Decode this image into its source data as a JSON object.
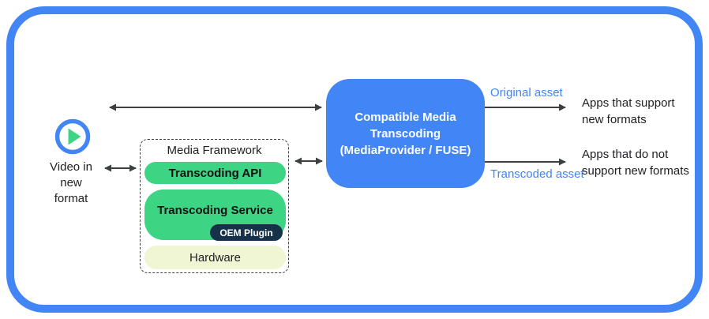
{
  "diagram": {
    "source": {
      "icon": "play-icon",
      "label": "Video in\nnew\nformat"
    },
    "framework": {
      "title": "Media Framework",
      "api_label": "Transcoding API",
      "service_label": "Transcoding Service",
      "oem_label": "OEM Plugin",
      "hardware_label": "Hardware"
    },
    "hub": {
      "lines": [
        "Compatible Media",
        "Transcoding",
        "(MediaProvider / FUSE)"
      ]
    },
    "flows": {
      "original_label": "Original asset",
      "transcoded_label": "Transcoded asset"
    },
    "outputs": {
      "supporting_apps": "Apps that support\nnew formats",
      "non_supporting_apps": "Apps that do not\nsupport new formats"
    },
    "colors": {
      "brand_blue": "#4285F4",
      "green": "#3DD584",
      "oem_navy": "#15324A",
      "hardware_pale": "#F0F6D3",
      "arrow_gray": "#3C4043",
      "text_dark": "#202124"
    }
  }
}
